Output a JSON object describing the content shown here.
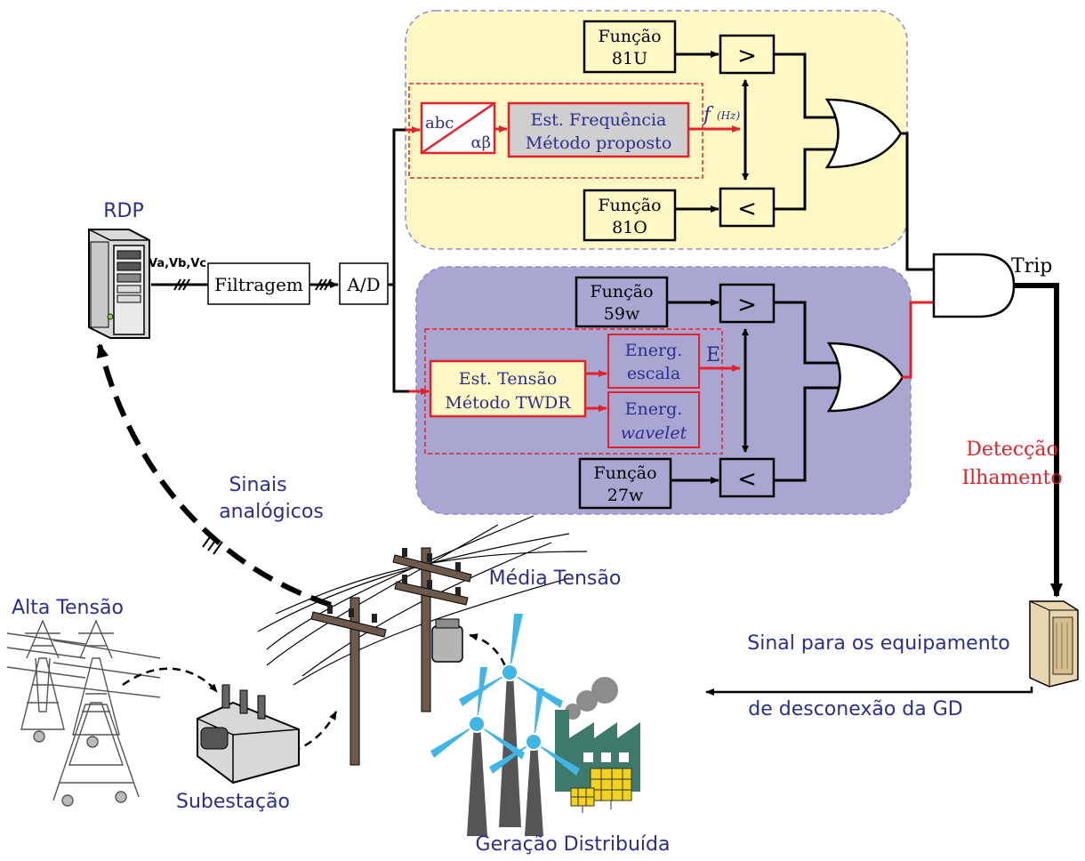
{
  "colors": {
    "yellow_panel": "#fff7c4",
    "blue_panel": "#aaa6d2",
    "accent_red": "#e8202a",
    "label_blue": "#2b2f8c",
    "grey_box": "#cfcfcf"
  },
  "labels": {
    "rdp": "RDP",
    "voltages": "Va,Vb,Vc",
    "filtragem": "Filtragem",
    "ad": "A/D",
    "trip": "Trip",
    "deteccao_1": "Detecção",
    "deteccao_2": "Ilhamento",
    "sinais_1": "Sinais",
    "sinais_2": "analógicos",
    "media_tensao": "Média Tensão",
    "alta_tensao": "Alta Tensão",
    "subestacao": "Subestação",
    "geracao": "Geração Distribuída",
    "sinal_1": "Sinal para os equipamento",
    "sinal_2": "de desconexão da GD"
  },
  "freq_panel": {
    "f81u_1": "Função",
    "f81u_2": "81U",
    "f81o_1": "Função",
    "f81o_2": "81O",
    "gt": ">",
    "lt": "<",
    "abc": "abc",
    "alphabeta": "αβ",
    "est_freq_1": "Est. Frequência",
    "est_freq_2": "Método proposto",
    "f_symbol": "f",
    "f_unit": "(Hz)"
  },
  "volt_panel": {
    "f59_1": "Função",
    "f59_2": "59w",
    "f27_1": "Função",
    "f27_2": "27w",
    "gt": ">",
    "lt": "<",
    "est_tensao_1": "Est. Tensão",
    "est_tensao_2": "Método TWDR",
    "energ_escala_1": "Energ.",
    "energ_escala_2": "escala",
    "energ_wavelet_1": "Energ.",
    "energ_wavelet_2": "wavelet",
    "e_symbol": "E"
  }
}
